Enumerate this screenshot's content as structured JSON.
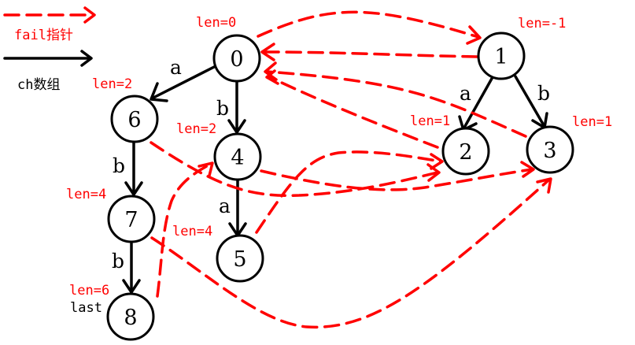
{
  "legend": {
    "fail_label": "fail指针",
    "ch_label": "ch数组"
  },
  "colors": {
    "fail": "#ff0000",
    "ch": "#000000"
  },
  "nodes": [
    {
      "id": "0",
      "label": "0",
      "len": "len=0"
    },
    {
      "id": "1",
      "label": "1",
      "len": "len=-1"
    },
    {
      "id": "2",
      "label": "2",
      "len": "len=1"
    },
    {
      "id": "3",
      "label": "3",
      "len": "len=1"
    },
    {
      "id": "4",
      "label": "4",
      "len": "len=2"
    },
    {
      "id": "5",
      "label": "5",
      "len": "len=4"
    },
    {
      "id": "6",
      "label": "6",
      "len": "len=2"
    },
    {
      "id": "7",
      "label": "7",
      "len": "len=4"
    },
    {
      "id": "8",
      "label": "8",
      "len": "len=6",
      "note": "last"
    }
  ],
  "ch_edges": [
    {
      "from": "0",
      "to": "6",
      "label": "a"
    },
    {
      "from": "0",
      "to": "4",
      "label": "b"
    },
    {
      "from": "1",
      "to": "2",
      "label": "a"
    },
    {
      "from": "1",
      "to": "3",
      "label": "b"
    },
    {
      "from": "6",
      "to": "7",
      "label": "b"
    },
    {
      "from": "4",
      "to": "5",
      "label": "a"
    },
    {
      "from": "7",
      "to": "8",
      "label": "b"
    }
  ],
  "fail_edges": [
    {
      "from": "0",
      "to": "1"
    },
    {
      "from": "1",
      "to": "0"
    },
    {
      "from": "2",
      "to": "0"
    },
    {
      "from": "3",
      "to": "0"
    },
    {
      "from": "6",
      "to": "2"
    },
    {
      "from": "4",
      "to": "3"
    },
    {
      "from": "5",
      "to": "2"
    },
    {
      "from": "7",
      "to": "3"
    },
    {
      "from": "8",
      "to": "4"
    }
  ]
}
